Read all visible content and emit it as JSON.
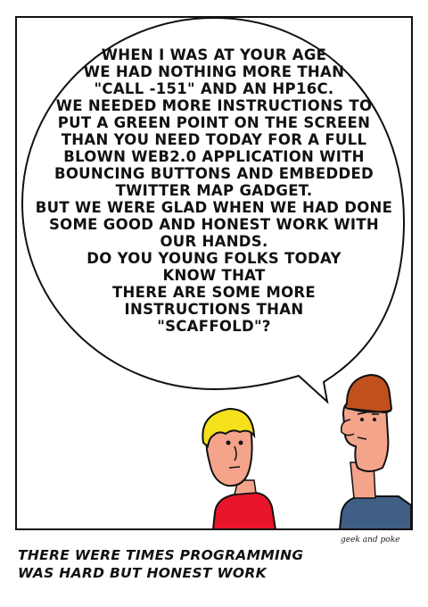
{
  "speech_lines": [
    "WHEN I WAS AT YOUR AGE",
    "WE HAD NOTHING MORE THAN",
    "\"CALL -151\" AND AN HP16C.",
    "WE NEEDED MORE INSTRUCTIONS TO",
    "PUT A GREEN POINT ON THE SCREEN",
    "THAN YOU NEED TODAY FOR A FULL",
    "BLOWN WEB2.0 APPLICATION WITH",
    "BOUNCING BUTTONS AND EMBEDDED",
    "TWITTER MAP GADGET.",
    "BUT WE WERE GLAD WHEN WE HAD DONE",
    "SOME GOOD AND HONEST WORK WITH",
    "OUR HANDS.",
    "DO YOU YOUNG FOLKS TODAY",
    "KNOW THAT",
    "THERE ARE SOME MORE",
    "INSTRUCTIONS THAN",
    "\"SCAFFOLD\"?"
  ],
  "signature": "geek and poke",
  "caption_lines": [
    "THERE WERE TIMES PROGRAMMING",
    "WAS HARD BUT HONEST WORK"
  ],
  "colors": {
    "young_hair": "#f4e11c",
    "young_shirt": "#e8152a",
    "old_hat": "#c0501e",
    "old_shirt": "#3f5f86",
    "skin": "#f3a48b",
    "ink": "#111111"
  }
}
